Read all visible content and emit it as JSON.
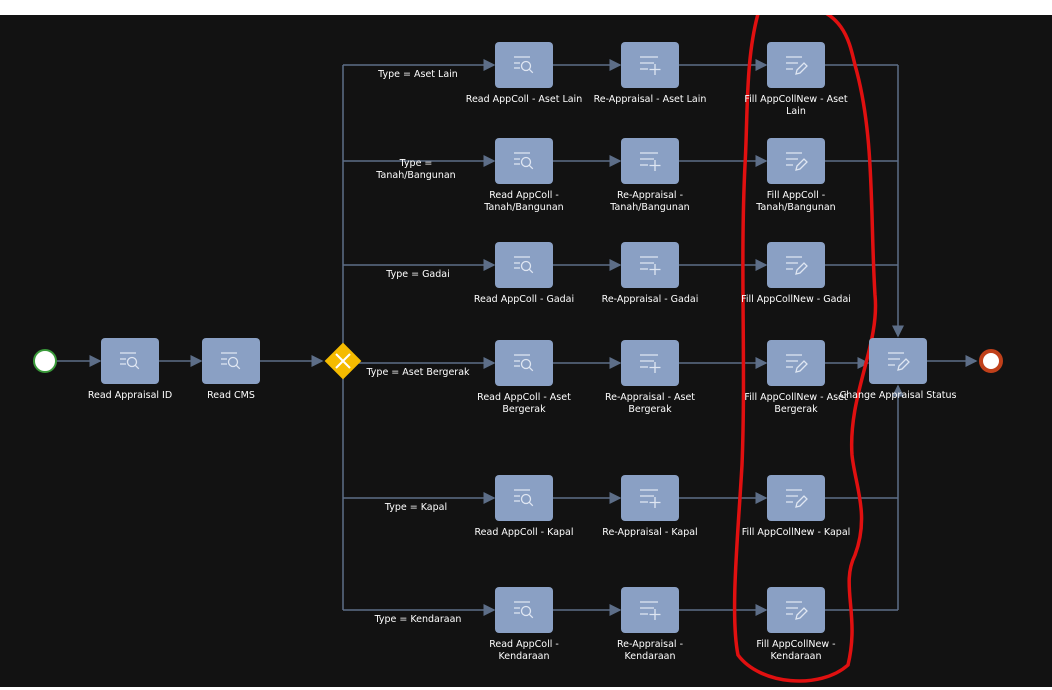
{
  "start_event": {
    "label": ""
  },
  "pre_tasks": [
    {
      "label": "Read Appraisal ID",
      "icon": "read-icon"
    },
    {
      "label": "Read CMS",
      "icon": "read-icon"
    }
  ],
  "gateway": {
    "type": "exclusive",
    "icon": "x-icon",
    "color": "#f5bb00"
  },
  "branches": [
    {
      "condition": "Type = Aset Lain",
      "tasks": [
        "Read AppColl - Aset Lain",
        "Re-Appraisal - Aset Lain",
        "Fill AppCollNew - Aset Lain"
      ]
    },
    {
      "condition": "Type = Tanah/Bangunan",
      "tasks": [
        "Read AppColl - Tanah/Bangunan",
        "Re-Appraisal - Tanah/Bangunan",
        "Fill AppColl - Tanah/Bangunan"
      ]
    },
    {
      "condition": "Type = Gadai",
      "tasks": [
        "Read AppColl - Gadai",
        "Re-Appraisal - Gadai",
        "Fill AppCollNew - Gadai"
      ]
    },
    {
      "condition": "Type = Aset Bergerak",
      "tasks": [
        "Read AppColl - Aset Bergerak",
        "Re-Appraisal - Aset Bergerak",
        "Fill AppCollNew - Aset Bergerak"
      ]
    },
    {
      "condition": "Type = Kapal",
      "tasks": [
        "Read AppColl - Kapal",
        "Re-Appraisal - Kapal",
        "Fill AppCollNew - Kapal"
      ]
    },
    {
      "condition": "Type = Kendaraan",
      "tasks": [
        "Read AppColl - Kendaraan",
        "Re-Appraisal - Kendaraan",
        "Fill AppCollNew - Kendaraan"
      ]
    }
  ],
  "final_task": {
    "label": "Change Appraisal Status",
    "icon": "edit-icon"
  },
  "end_event": {
    "label": ""
  },
  "colors": {
    "background": "#121212",
    "task": "#8aa0c4",
    "line": "#5d6e88",
    "annotation": "#e01010",
    "end": "#c0401a",
    "start": "#3a9a3a"
  }
}
